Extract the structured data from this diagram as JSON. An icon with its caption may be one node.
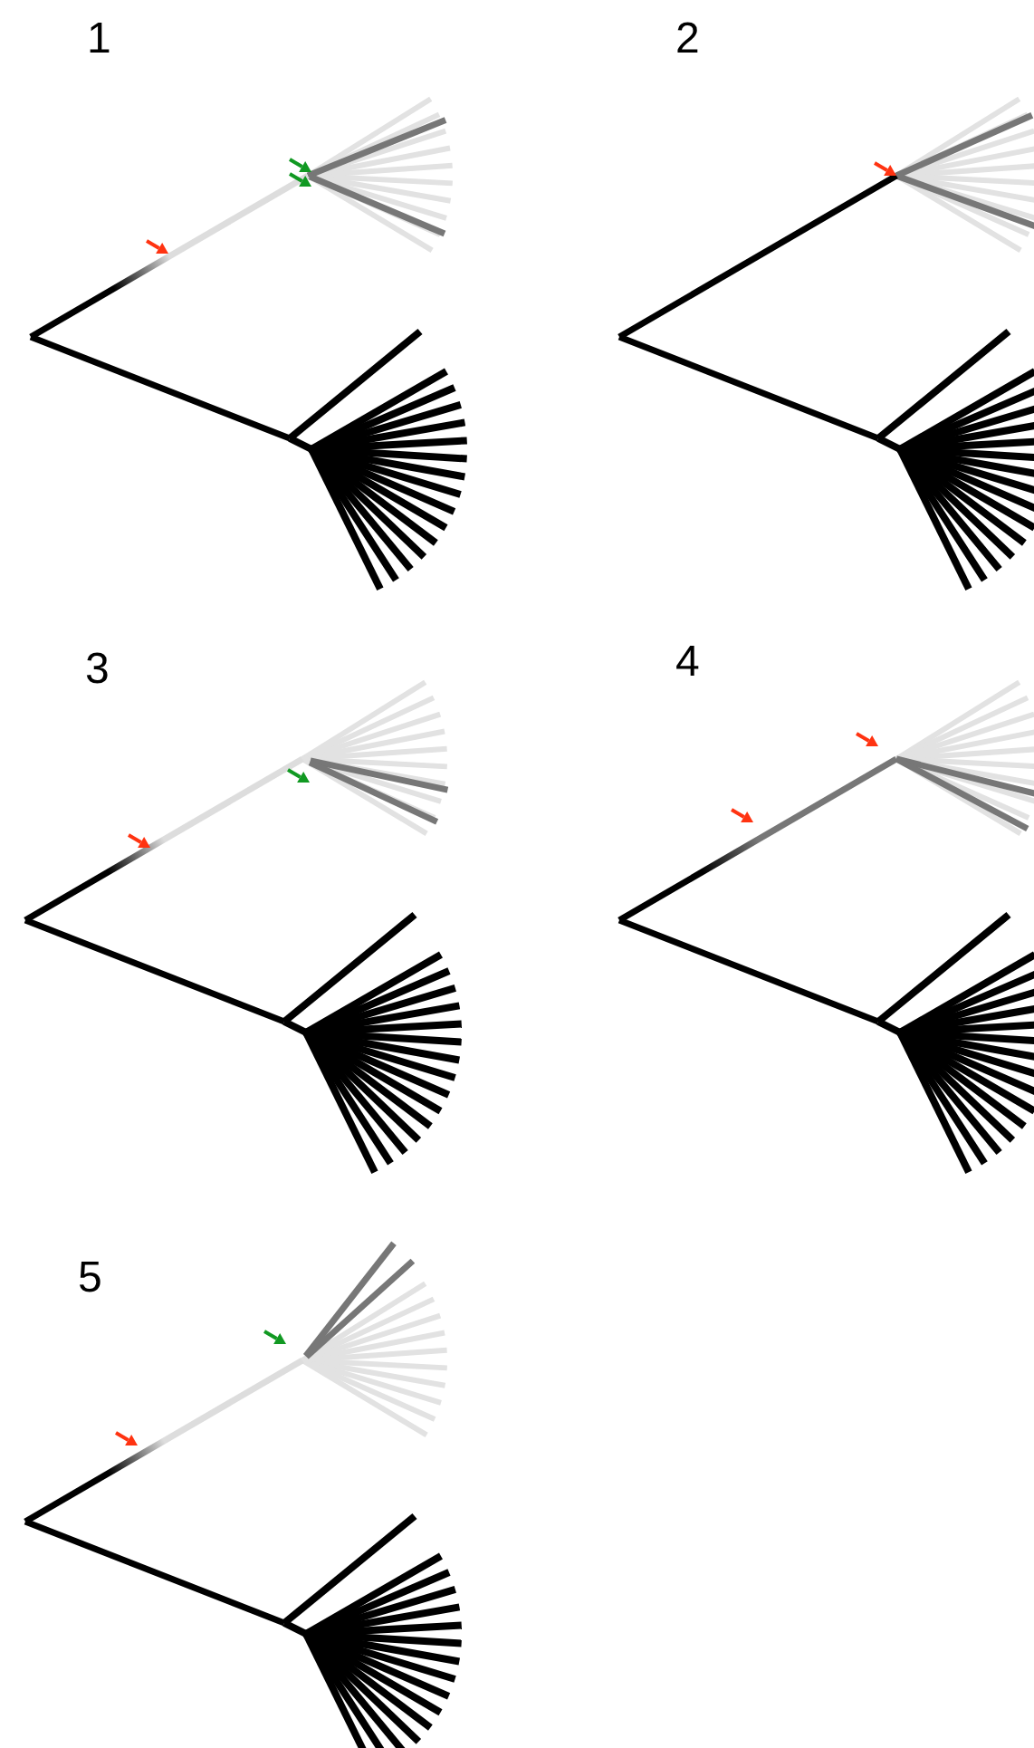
{
  "diagram": {
    "labels": [
      "1",
      "2",
      "3",
      "4",
      "5"
    ]
  }
}
